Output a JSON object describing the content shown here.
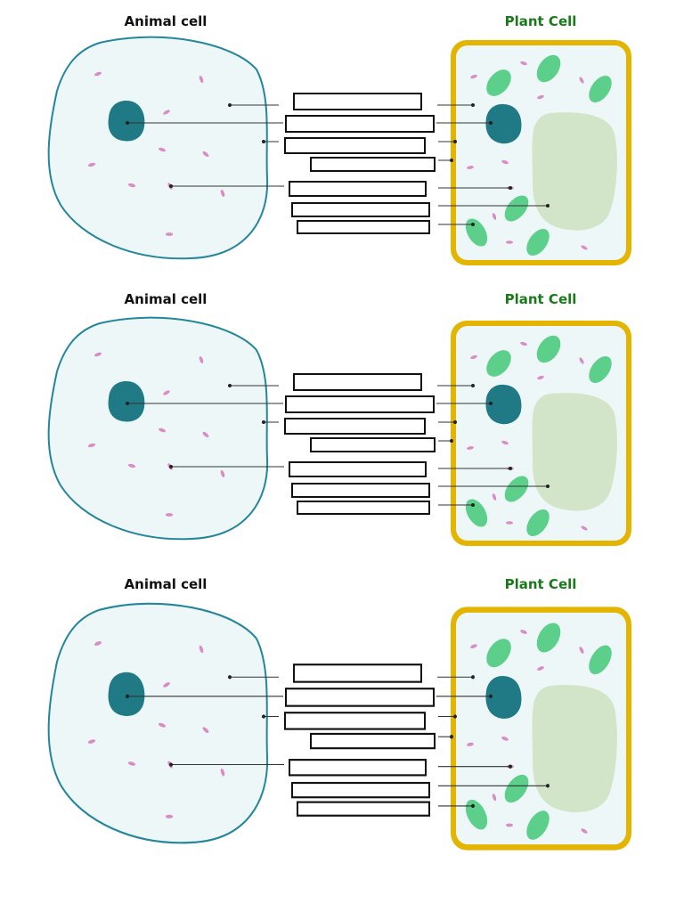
{
  "worksheet": {
    "panels": [
      {
        "animal_title": "Animal cell",
        "plant_title": "Plant Cell"
      },
      {
        "animal_title": "Animal cell",
        "plant_title": "Plant Cell"
      },
      {
        "animal_title": "Animal cell",
        "plant_title": "Plant Cell"
      }
    ],
    "colors": {
      "animal_membrane": "#23869b",
      "cytoplasm": "#eef7f8",
      "nucleus": "#1f7a86",
      "organelle": "#d98cc6",
      "cell_wall": "#e3b400",
      "chloroplast": "#5ccf8b",
      "vacuole": "#d2e5c8",
      "plant_title": "#1a7a1a"
    }
  }
}
